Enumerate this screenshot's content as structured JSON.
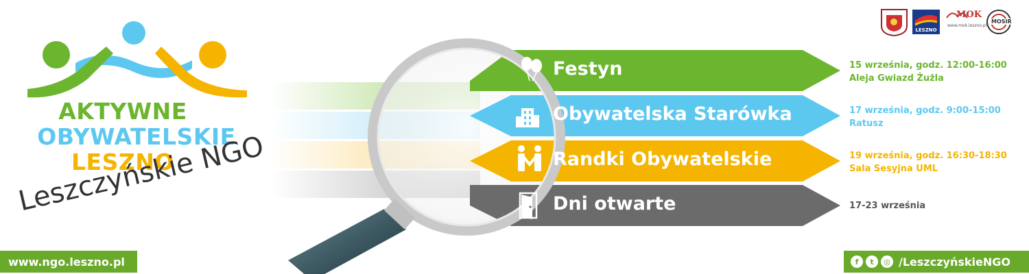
{
  "logo": {
    "line1": "AKTYWNE",
    "line2": "OBYWATELSKIE",
    "line3": "LESZNO",
    "script": "Leszczyńskie NGO"
  },
  "colors": {
    "green": "#6cb52f",
    "blue": "#5cc8f0",
    "orange": "#f5b400",
    "gray": "#6b6b6b",
    "info_gray": "#555555"
  },
  "events": [
    {
      "title": "Festyn",
      "icon": "balloons-icon",
      "info_line1": "15 września, godz. 12:00-16:00",
      "info_line2": "Aleja Gwiazd Żużla"
    },
    {
      "title": "Obywatelska Starówka",
      "icon": "building-icon",
      "info_line1": "17 września, godz. 9:00-15:00",
      "info_line2": "Ratusz"
    },
    {
      "title": "Randki Obywatelskie",
      "icon": "handshake-icon",
      "info_line1": "19 września, godz. 16:30-18:30",
      "info_line2": "Sala Sesyjna UML"
    },
    {
      "title": "Dni otwarte",
      "icon": "door-icon",
      "info_line1": "17-23 września",
      "info_line2": ""
    }
  ],
  "partners": {
    "leszno_label": "LESZNO",
    "mok_label": "MOK",
    "mok_url": "www.mok.leszno.pl",
    "mosir_label": "MOSIR"
  },
  "footer": {
    "website": "www.ngo.leszno.pl",
    "social_handle": "/LeszczyńskieNGO",
    "facebook_glyph": "f",
    "twitter_glyph": "t",
    "instagram_glyph": "◎"
  }
}
